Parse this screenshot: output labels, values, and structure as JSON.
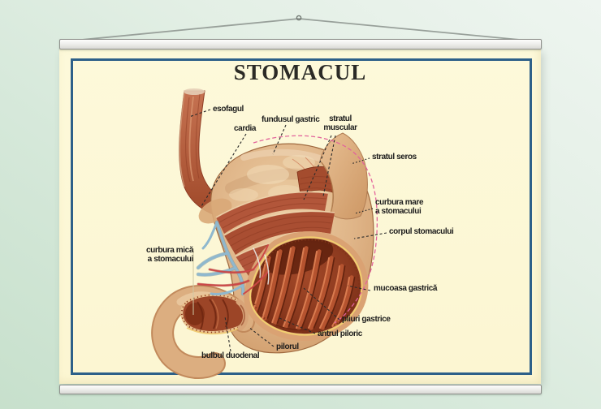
{
  "poster": {
    "title": "STOMACUL",
    "labels": {
      "esofagul": "esofagul",
      "fundusul_gastric": "fundusul gastric",
      "cardia": "cardia",
      "stratul_muscular": "stratul\nmuscular",
      "stratul_seros": "stratul seros",
      "curbura_mare": "curbura mare\na stomacului",
      "corpul_stomacului": "corpul stomacului",
      "curbura_mica": "curbura mică\na stomacului",
      "mucoasa_gastrica": "mucoasa gastrică",
      "pliuri_gastrice": "pliuri gastrice",
      "antrul_piloric": "antrul piloric",
      "pilorul": "pilorul",
      "bulbul_duodenal": "bulbul duodenal"
    }
  },
  "colors": {
    "wall_green": "#cfe4d3",
    "poster_cream": "#fdf7d4",
    "frame_blue": "#2d6089",
    "title_text": "#2b2a26",
    "label_text": "#1c1c1c",
    "leader_line": "#2a2a2a",
    "greater_curvature_dash": "#e2639b",
    "organ_tan": "#ddb183",
    "muscle_red": "#b0543a",
    "mucosa_dark": "#7a2c15",
    "vein_blue": "#8fb8ce",
    "artery_red": "#cc4747",
    "rail_gray": "#ececea"
  }
}
